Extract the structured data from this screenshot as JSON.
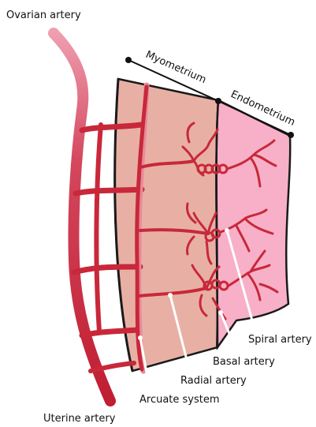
{
  "labels": {
    "ovarian_artery": "Ovarian artery",
    "uterine_artery": "Uterine artery",
    "myometrium": "Myometrium",
    "endometrium": "Endometrium",
    "spiral_artery": "Spiral artery",
    "basal_artery": "Basal artery",
    "radial_artery": "Radial artery",
    "arcuate_system": "Arcuate system"
  },
  "colors": {
    "myometrium_fill": "#e8b0a5",
    "endometrium_fill": "#f7b0c8",
    "artery": "#c8283a",
    "artery_light": "#e88a9a",
    "outline": "#1a1a1a",
    "pointer": "#ffffff"
  }
}
